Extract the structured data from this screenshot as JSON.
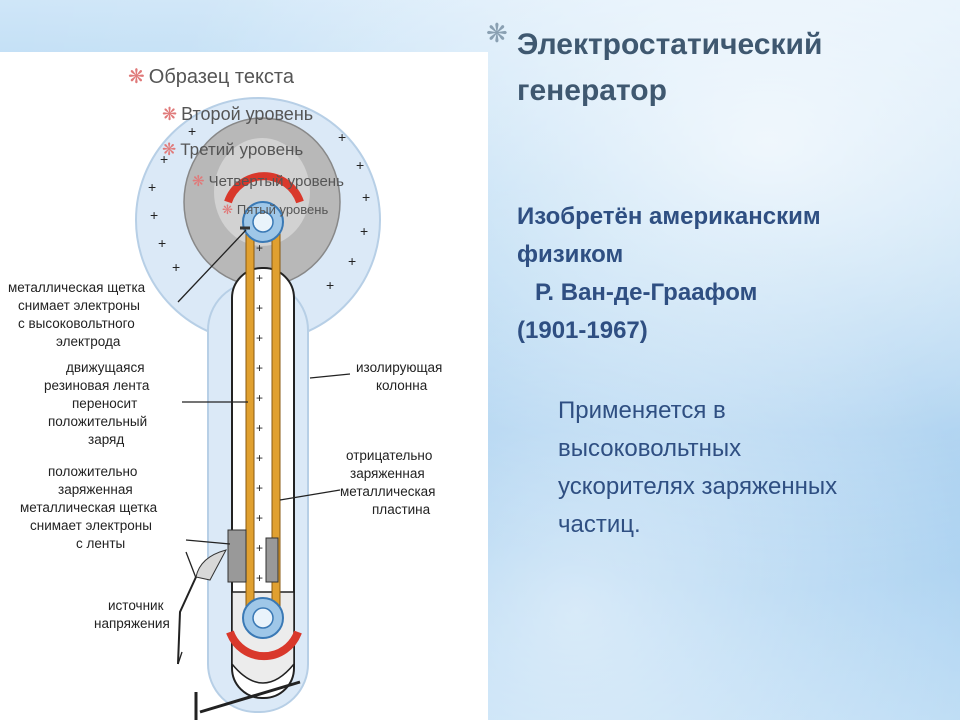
{
  "slide": {
    "title_lines": [
      "Электростатический",
      "генератор"
    ],
    "subtitle_lines": [
      "Изобретён американским",
      "физиком",
      "Р. Ван-де-Граафом",
      "(1901-1967)"
    ],
    "body_lines": [
      "Применяется в",
      "высоковольтных",
      "ускорителях заряженных",
      "частиц."
    ]
  },
  "placeholder_outline": {
    "level1": "Образец текста",
    "level2": "Второй уровень",
    "level3": "Третий уровень",
    "level4": "Четвертый уровень",
    "level5": "Пятый уровень"
  },
  "diagram_labels": {
    "brush_top": [
      "металлическая щетка",
      "снимает электроны",
      "с высоковольтного",
      "электрода"
    ],
    "belt": [
      "движущаяся",
      "резиновая лента",
      "переносит",
      "положительный",
      "заряд"
    ],
    "brush_bottom": [
      "положительно",
      "заряженная",
      "металлическая щетка",
      "снимает электроны",
      "с ленты"
    ],
    "source": [
      "источник",
      "напряжения"
    ],
    "column": [
      "изолирующая",
      "колонна"
    ],
    "plate": [
      "отрицательно",
      "заряженная",
      "металлическая",
      "пластина"
    ]
  },
  "colors": {
    "title": "#3f5870",
    "subtitle": "#2f4f82",
    "body": "#2f4f82",
    "bullet": "#e07a7a",
    "dome": "#d6e6f6",
    "column": "#d9ecf8",
    "belt": "#e0a030"
  }
}
